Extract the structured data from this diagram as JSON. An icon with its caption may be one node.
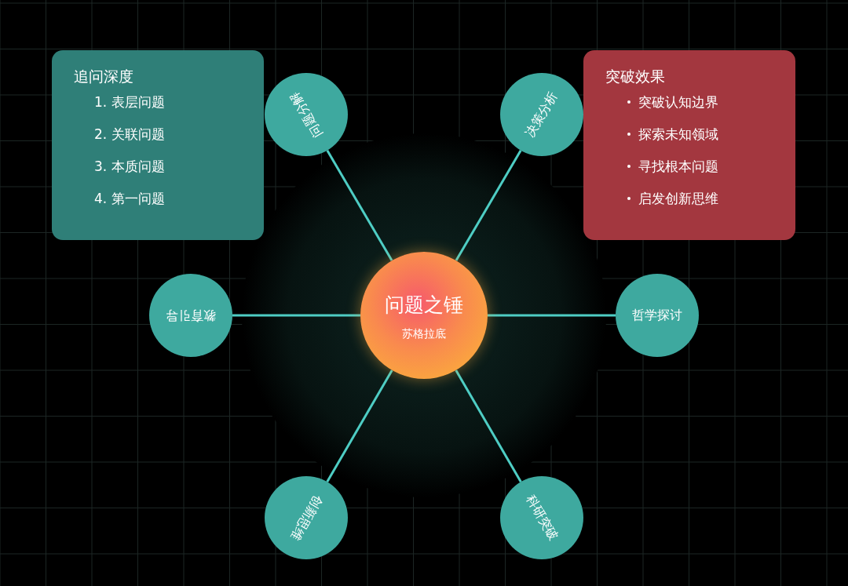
{
  "diagram": {
    "nodes": [
      {
        "text": [
          "追问深度",
          "1. 表层问题",
          "2. 关联问题",
          "3. 本质问题",
          "4. 第一问题"
        ]
      },
      {
        "text": [
          "突破效果",
          "突破认知边界",
          "探索未知领域",
          "寻找根本问题",
          "启发创新思维"
        ]
      },
      {
        "text": [
          "问题之锤",
          "苏格拉底"
        ]
      },
      {
        "text": [
          "问题分解"
        ]
      },
      {
        "text": [
          "决策分析"
        ]
      },
      {
        "text": [
          "教育引导"
        ]
      },
      {
        "text": [
          "哲学探讨"
        ]
      },
      {
        "text": [
          "创新思维"
        ]
      },
      {
        "text": [
          "科研突破"
        ]
      }
    ],
    "edges": [
      {
        "from": 2,
        "to": 3,
        "arrow": "none"
      },
      {
        "from": 2,
        "to": 4,
        "arrow": "none"
      },
      {
        "from": 2,
        "to": 5,
        "arrow": "none"
      },
      {
        "from": 2,
        "to": 6,
        "arrow": "none"
      },
      {
        "from": 2,
        "to": 7,
        "arrow": "none"
      },
      {
        "from": 2,
        "to": 8,
        "arrow": "none"
      }
    ]
  }
}
